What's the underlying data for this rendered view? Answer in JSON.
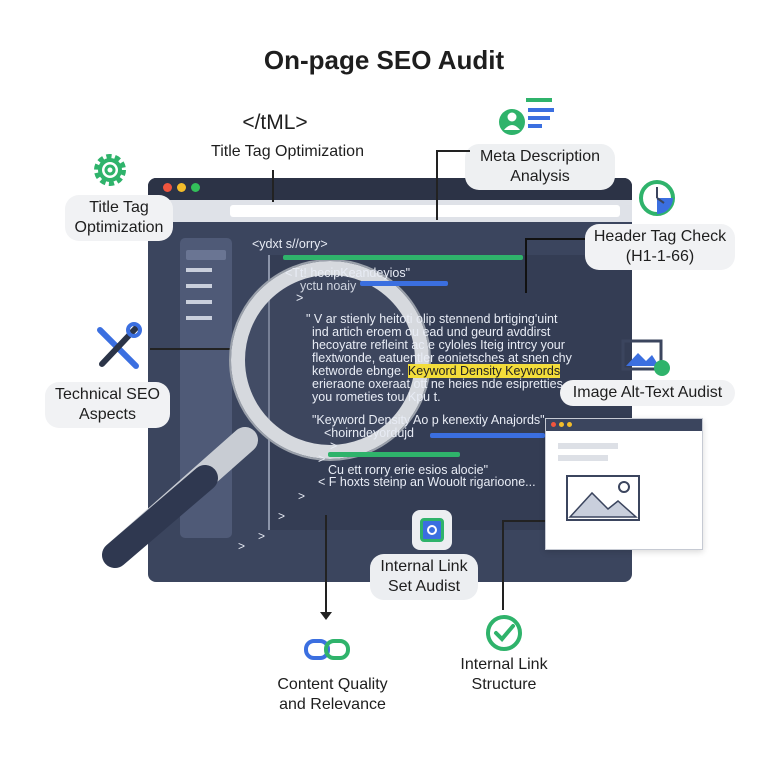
{
  "title": "On-page SEO Audit",
  "labels": {
    "html_tag": "</tML>",
    "title_tag_top": "Title Tag Optimization",
    "title_tag_left_1": "Title Tag",
    "title_tag_left_2": "Optimization",
    "meta_1": "Meta Description",
    "meta_2": "Analysis",
    "header_1": "Header Tag Check",
    "header_2": "(H1-1-66)",
    "technical_1": "Technical SEO",
    "technical_2": "Aspects",
    "image_alt": "Image Alt-Text Audist",
    "internal_set_1": "Internal Link",
    "internal_set_2": "Set Audist",
    "content_1": "Content Quality",
    "content_2": "and Relevance",
    "structure_1": "Internal Link",
    "structure_2": "Structure"
  },
  "code": {
    "l0": "<ydxt s//orry>",
    "l1": "<Tt!                 hecipKeandeyios\"",
    "l2": "yctu noaiy",
    "l3": ">",
    "p1": "\" V  ar stienly heitoti  olip stennend brtiging'uint",
    "p2": "ind artich eroem ou    ead und geurd avddirst",
    "p3": "hecoyatre refleint ac e  cyloles Iteig intrcy your",
    "p4": "flextwonde, eatuentler  eonietsches at snen chy",
    "p5a": "ketworde ebnge.",
    "p5b": "Keyword Density Keywords",
    "p6": "erieraone oxeraat ott    ne heies nde esipretties",
    "p7": "you rometies tou Kpu   t.",
    "k1": "\"Keyword Density Ao    p kenextiy Anajords\"",
    "k2": "<hoirndeyordujd",
    "k3": ">",
    "k4": ">",
    "k5": "Cu          ett rorry erie esios alocie\"",
    "k6": "< F    hoxts steinp an Wouolt rigarioone..."
  },
  "colors": {
    "green": "#2fb36b",
    "blue": "#3b6fe0",
    "navy": "#3b455e",
    "yellow": "#f3dd3a"
  }
}
